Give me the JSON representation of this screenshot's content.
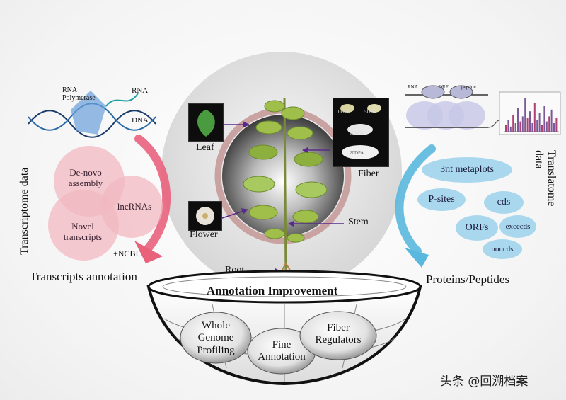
{
  "left": {
    "vertical_title": "Transcriptome data",
    "dna": {
      "rna_label": "RNA",
      "polymerase_label": "RNA\nPolymerase",
      "dna_label": "DNA"
    },
    "venn": {
      "denovo": "De-novo\nassembly",
      "lncrnas": "lncRNAs",
      "novel": "Novel\ntranscripts",
      "ncbi": "+NCBI"
    },
    "bottom_title": "Transcripts annotation"
  },
  "center": {
    "tissues": {
      "leaf": "Leaf",
      "fiber": "Fiber",
      "flower": "Flower",
      "stem": "Stem",
      "root": "Root"
    },
    "fiber_stages": [
      "0DPA",
      "5DPA",
      "10DPA",
      "20DPA"
    ],
    "bowl_title": "Annotation Improvement",
    "bowl_items": {
      "whole": "Whole\nGenome\nProfiling",
      "fine": "Fine\nAnnotation",
      "fiber": "Fiber\nRegulators"
    }
  },
  "right": {
    "vertical_title": "Translatome data",
    "diagram_labels": {
      "rna": "RNA",
      "orf": "ORF",
      "peptide": "peptide"
    },
    "bubbles": {
      "metaplots": "3nt metaplots",
      "psites": "P-sites",
      "cds": "cds",
      "orfs": "ORFs",
      "excds": "excecds",
      "noncds": "noncds"
    },
    "bottom_title": "Proteins/Peptides"
  },
  "watermark": "头条 @回溯档案",
  "colors": {
    "pink_arrow": "#e8627c",
    "blue_arrow": "#5ab8de",
    "bubble_blue": "#a9d8ee",
    "venn_pink": "#f2b8c0",
    "arrow_purple": "#5a2a8a"
  }
}
